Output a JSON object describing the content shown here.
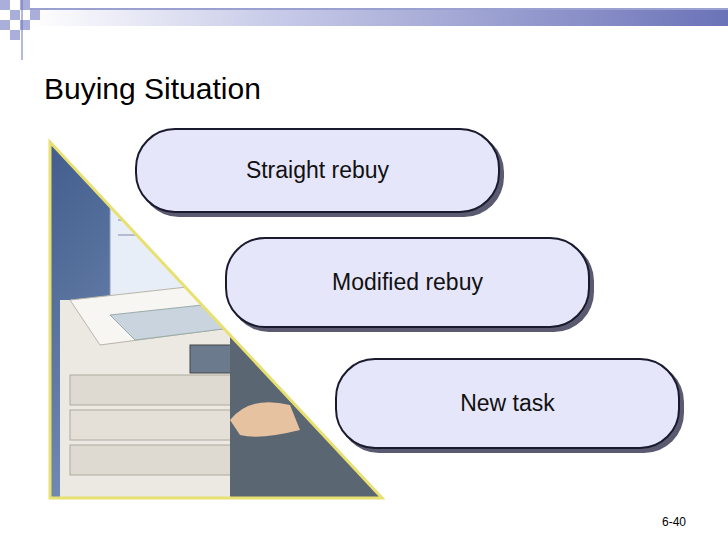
{
  "diagram": {
    "title": "Buying Situation",
    "nodes": [
      {
        "text": [
          "Straight rebuy"
        ]
      },
      {
        "text": [
          "Modified rebuy"
        ]
      },
      {
        "text": [
          "New task"
        ]
      }
    ],
    "labels": [
      "6-40"
    ]
  }
}
